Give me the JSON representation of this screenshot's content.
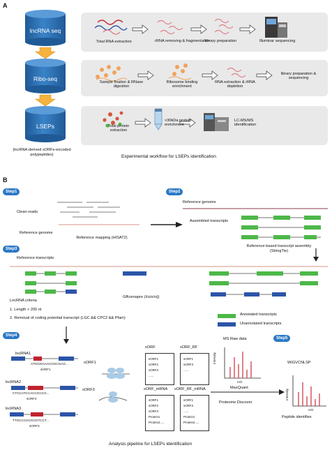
{
  "panelA": {
    "letter": "A",
    "cylinders": [
      "lncRNA seq",
      "Ribo-seq",
      "LSEPs"
    ],
    "cylinder_note": "(lncRNA-derived sORFs-encoded polypeptides)",
    "row1": [
      "Total RNA extraction",
      "rRNA removing & fragmentation",
      "library preparation",
      "Illuminar sequencing"
    ],
    "row2": [
      "Sample fixation & RNase digestion",
      "Ribosome binding enrichment",
      "RNA extraction & rRNA depletion",
      "library preparation & sequencing"
    ],
    "row3": [
      "Total protein extraction",
      "<30kDa protein enrichment",
      "LC-MS/MS identification"
    ],
    "caption": "Experimental workflow for LSEPs identification"
  },
  "panelB": {
    "letter": "B",
    "steps": [
      "Step1",
      "Step2",
      "Step3",
      "Step4",
      "Step5"
    ],
    "clean_reads": "Clean   reads",
    "reference_genome_1": "Reference  genome",
    "reference_mapping": "Reference mapping (HISAT2)",
    "reference_genome_2": "Reference genome",
    "assembled_transcripts": "Assembled transcripts",
    "ref_based_assembly": "Reference-based transcript assembly (StringTie)",
    "reference_transcripts": "Reference transcripts",
    "lncrna_criteria": "LncRNA criteria",
    "criteria_1": "1. Length > 200 nt",
    "criteria_2": "2. Removal of coding potential transcript (LGC && CPC2 && Pfam)",
    "gffcompare": "Gffcomapre (I/u/x/o/j)",
    "legend_annotated": "Annotated transcripts",
    "legend_unannotated": "Unannotated transcripts",
    "lncrnas": [
      {
        "name": "lncRNA1",
        "seq": "ATGGGGAACGGCGAG...",
        "sorf": "sORF1"
      },
      {
        "name": "lncRNA2",
        "seq": "CTGCATCCACCGCCG...",
        "sorf": "sORF2"
      },
      {
        "name": "lncRNA3",
        "seq": "TTGCCCGCGCGTCCT...",
        "sorf": "sORF3"
      }
    ],
    "ribo_sorfs": [
      "sORF1",
      "sORF3"
    ],
    "doc_sorf": {
      "title": "sORF",
      "lines": [
        "sORF1",
        "sORF2",
        "sORF3",
        "......"
      ]
    },
    "doc_sorf_rf": {
      "title": "sORF_RF",
      "lines": [
        "sORF1",
        "sORF3",
        "......"
      ]
    },
    "doc_sorf_mrna": {
      "title": "sORF_mRNA",
      "lines": [
        "sORF1",
        "sORF2",
        "sORF3",
        "Protein1",
        "Protein2....."
      ]
    },
    "doc_sorf_rf_mrna": {
      "title": "sORF_RF_mRNA",
      "lines": [
        "sORF1",
        "sORF3",
        "......",
        "Protein1",
        "Protein2....."
      ]
    },
    "ms_raw_data": "MS  Raw  data",
    "intensity": "Intensity",
    "mz": "m/z",
    "maxquant": "MaxQuant",
    "proteome_discover": "Proteome Discover",
    "peptide": "WIGVCNLSP",
    "peptide_identifies": "Peptide identifies",
    "caption": "Analysis pipeline for LSEPs identification"
  },
  "colors": {
    "cylinder": "#2f6fb0",
    "step": "#2b78c5",
    "annotated": "#4cb848",
    "unannotated": "#2c55a8",
    "orf": "#c0232e",
    "spectrum": "#d24a55",
    "arrow_yellow": "#f4b23e"
  }
}
